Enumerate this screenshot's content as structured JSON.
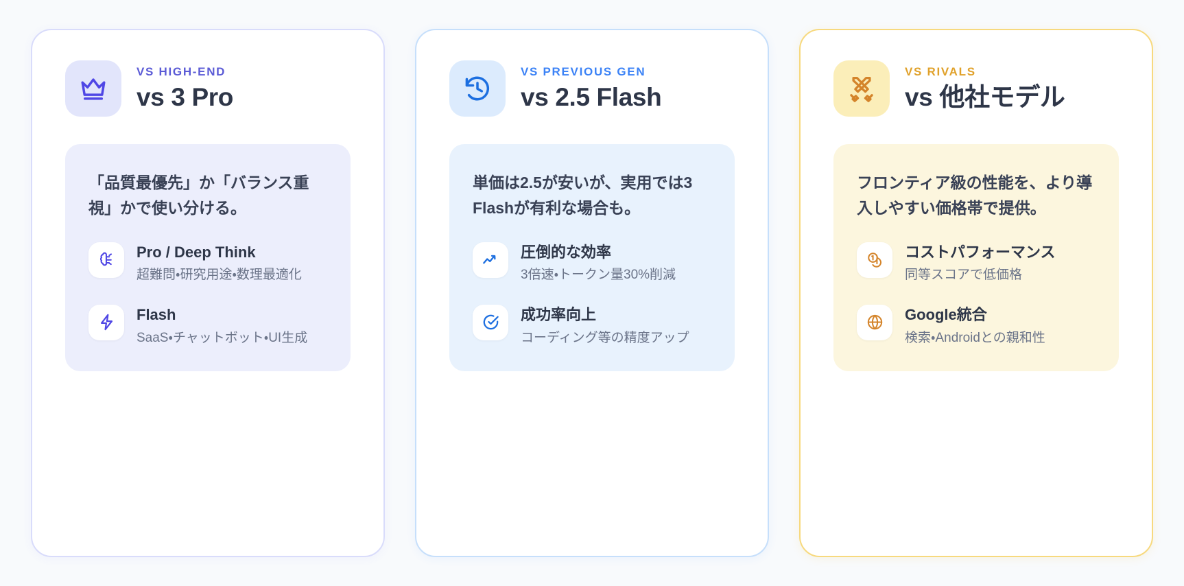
{
  "cards": [
    {
      "theme": "indigo",
      "eyebrow": "VS HIGH-END",
      "title": "vs 3 Pro",
      "head_icon": "crown-icon",
      "accent": "#5b5bd6",
      "summary": "「品質最優先」か「バランス重視」かで使い分ける。",
      "features": [
        {
          "icon": "brain-icon",
          "title": "Pro / Deep Think",
          "desc": "超難問・研究用途・数理最適化"
        },
        {
          "icon": "lightning-bolt-icon",
          "title": "Flash",
          "desc": "SaaS・チャットボット・UI生成"
        }
      ]
    },
    {
      "theme": "blue",
      "eyebrow": "VS PREVIOUS GEN",
      "title": "vs 2.5 Flash",
      "head_icon": "clock-history-icon",
      "accent": "#2563eb",
      "summary": "単価は2.5が安いが、実用では3 Flashが有利な場合も。",
      "features": [
        {
          "icon": "trending-up-icon",
          "title": "圧倒的な効率",
          "desc": "3倍速・トークン量30%削減"
        },
        {
          "icon": "check-circle-icon",
          "title": "成功率向上",
          "desc": "コーディング等の精度アップ"
        }
      ]
    },
    {
      "theme": "amber",
      "eyebrow": "VS RIVALS",
      "title": "vs 他社モデル",
      "head_icon": "crossed-swords-icon",
      "accent": "#d97d16",
      "summary": "フロンティア級の性能を、より導入しやすい価格帯で提供。",
      "features": [
        {
          "icon": "coins-icon",
          "title": "コストパフォーマンス",
          "desc": "同等スコアで低価格"
        },
        {
          "icon": "globe-icon",
          "title": "Google統合",
          "desc": "検索・Androidとの親和性"
        }
      ]
    }
  ],
  "colors": {
    "background": "#f8fafc",
    "card_surface": "#ffffff",
    "indigo_border": "#d9dcfb",
    "indigo_panel": "#eceefc",
    "indigo_accent": "#5b5bd6",
    "blue_border": "#c6dffb",
    "blue_panel": "#e8f2fd",
    "blue_accent": "#2563eb",
    "amber_border": "#f7d97e",
    "amber_panel": "#fcf6de",
    "amber_accent": "#d97d16",
    "title_text": "#2e3648",
    "body_text": "#394155",
    "muted_text": "#6b7489"
  }
}
